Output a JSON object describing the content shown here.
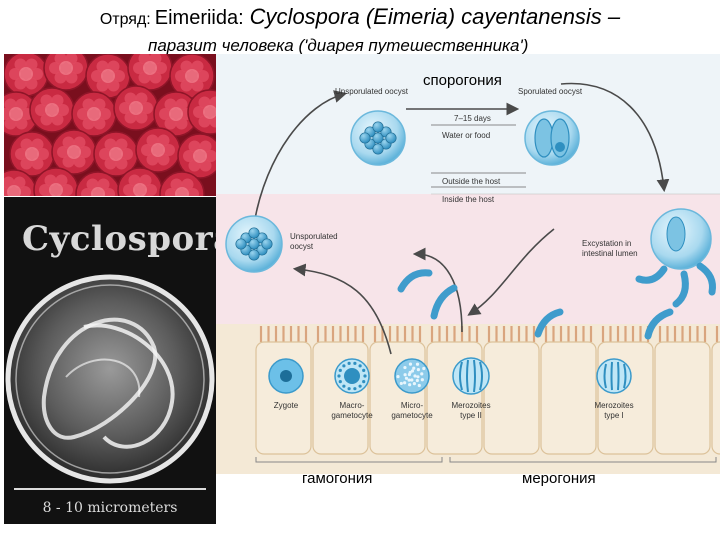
{
  "header": {
    "rank": "Отряд:",
    "order": "Eimeriida:",
    "species": "Cyclospora (Eimeria) cayentanensis –",
    "subtitle": "паразит человека ('диарея путешественника')"
  },
  "photo": {
    "title": "Cyclospora",
    "scale": "8 - 10 micrometers"
  },
  "diagram": {
    "unsporulated_top": "Unsporulated oocyst",
    "sporogony": "спорогония",
    "sporulated": "Sporulated oocyst",
    "days": "7–15 days",
    "water_food": "Water or food",
    "outside": "Outside the host",
    "inside": "Inside the host",
    "unsporulated_left_1": "Unsporulated",
    "unsporulated_left_2": "oocyst",
    "excyst_1": "Excystation in",
    "excyst_2": "intestinal lumen",
    "zygote": "Zygote",
    "macro_1": "Macro-",
    "macro_2": "gametocyte",
    "micro_1": "Micro-",
    "micro_2": "gametocyte",
    "mero2_1": "Merozoites",
    "mero2_2": "type II",
    "mero1_1": "Merozoites",
    "mero1_2": "type I",
    "gamogony": "гамогония",
    "merogony": "мерогония"
  },
  "colors": {
    "outside_bg": "#eef4f8",
    "inside_bg": "#f7e4e9",
    "cell_bg": "#f4e9d6",
    "cell_border": "#d7b98a",
    "cyst": "#4aa7d6",
    "cyst_light": "#bfe3f5",
    "raspberry": "#d8324a"
  }
}
